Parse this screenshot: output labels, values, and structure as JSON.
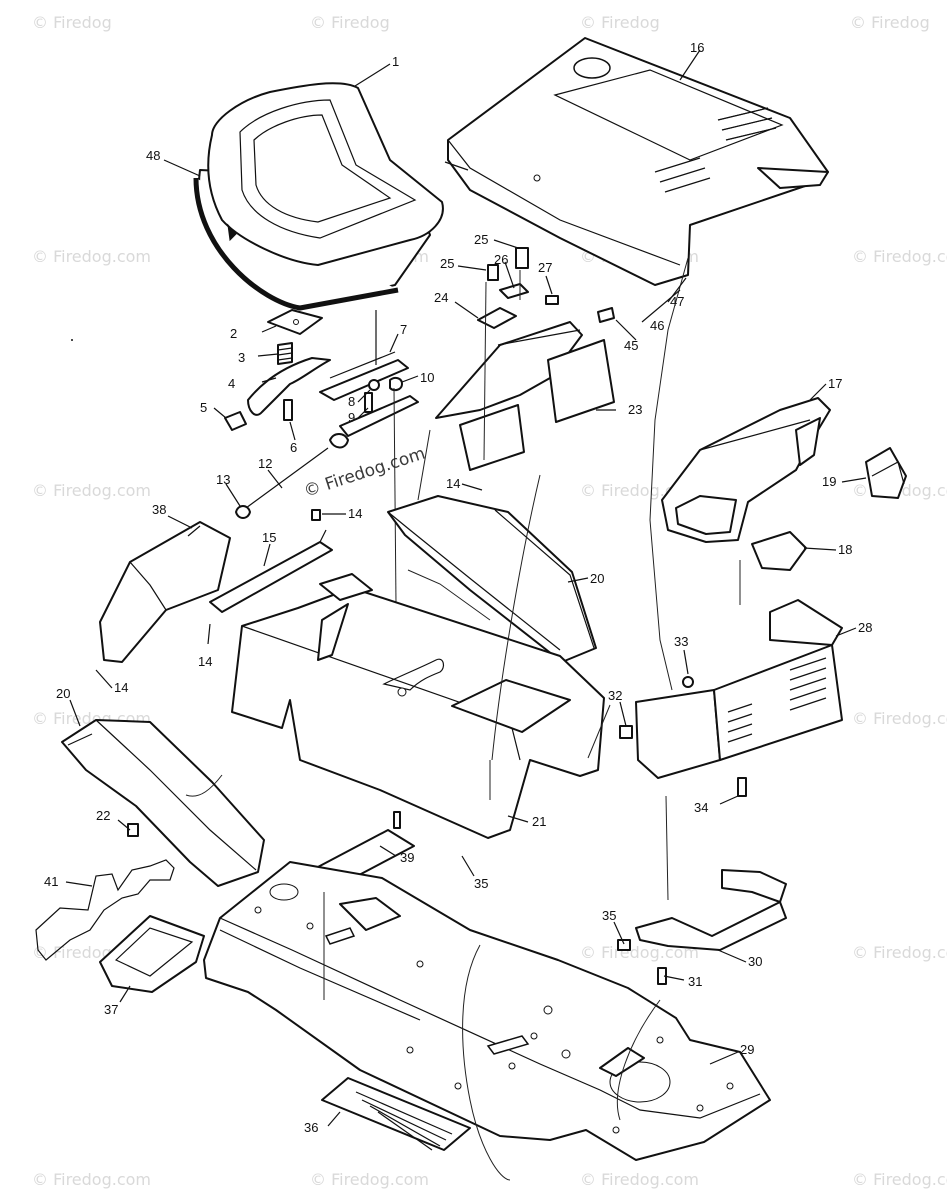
{
  "watermark": {
    "text": "© Firedog.com",
    "center_text": "© Firedog.com",
    "corner_text": "© Firedog"
  },
  "callouts": [
    {
      "id": "c1",
      "label": "1"
    },
    {
      "id": "c2",
      "label": "2"
    },
    {
      "id": "c3",
      "label": "3"
    },
    {
      "id": "c4",
      "label": "4"
    },
    {
      "id": "c5",
      "label": "5"
    },
    {
      "id": "c6",
      "label": "6"
    },
    {
      "id": "c7",
      "label": "7"
    },
    {
      "id": "c8",
      "label": "8"
    },
    {
      "id": "c9",
      "label": "9"
    },
    {
      "id": "c10",
      "label": "10"
    },
    {
      "id": "c12",
      "label": "12"
    },
    {
      "id": "c13",
      "label": "13"
    },
    {
      "id": "c14a",
      "label": "14"
    },
    {
      "id": "c14b",
      "label": "14"
    },
    {
      "id": "c14c",
      "label": "14"
    },
    {
      "id": "c14d",
      "label": "14"
    },
    {
      "id": "c15",
      "label": "15"
    },
    {
      "id": "c16",
      "label": "16"
    },
    {
      "id": "c17",
      "label": "17"
    },
    {
      "id": "c18",
      "label": "18"
    },
    {
      "id": "c19",
      "label": "19"
    },
    {
      "id": "c20a",
      "label": "20"
    },
    {
      "id": "c20b",
      "label": "20"
    },
    {
      "id": "c21",
      "label": "21"
    },
    {
      "id": "c22",
      "label": "22"
    },
    {
      "id": "c23",
      "label": "23"
    },
    {
      "id": "c24",
      "label": "24"
    },
    {
      "id": "c25a",
      "label": "25"
    },
    {
      "id": "c25b",
      "label": "25"
    },
    {
      "id": "c26",
      "label": "26"
    },
    {
      "id": "c27",
      "label": "27"
    },
    {
      "id": "c28",
      "label": "28"
    },
    {
      "id": "c29",
      "label": "29"
    },
    {
      "id": "c30",
      "label": "30"
    },
    {
      "id": "c31",
      "label": "31"
    },
    {
      "id": "c32",
      "label": "32"
    },
    {
      "id": "c33",
      "label": "33"
    },
    {
      "id": "c34",
      "label": "34"
    },
    {
      "id": "c35a",
      "label": "35"
    },
    {
      "id": "c35b",
      "label": "35"
    },
    {
      "id": "c36",
      "label": "36"
    },
    {
      "id": "c37",
      "label": "37"
    },
    {
      "id": "c38",
      "label": "38"
    },
    {
      "id": "c39",
      "label": "39"
    },
    {
      "id": "c41",
      "label": "41"
    },
    {
      "id": "c45",
      "label": "45"
    },
    {
      "id": "c46",
      "label": "46"
    },
    {
      "id": "c47",
      "label": "47"
    },
    {
      "id": "c48",
      "label": "48"
    }
  ]
}
